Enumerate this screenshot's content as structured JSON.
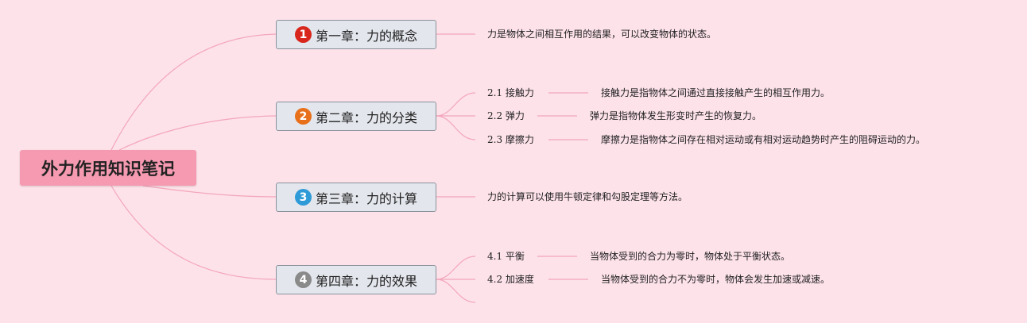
{
  "root": {
    "title": "外力作用知识笔记"
  },
  "colors": {
    "background": "#fde2ea",
    "root_fill": "#f59ab1",
    "link": "#f3a6bb",
    "chapter_fill": "#e3e6ec",
    "badge_1": "#d9261c",
    "badge_2": "#e8701a",
    "badge_3": "#2e9ad8",
    "badge_4": "#8a8a8a"
  },
  "chapters": [
    {
      "badge": "1",
      "title": "第一章：力的概念",
      "description": "力是物体之间相互作用的结果，可以改变物体的状态。"
    },
    {
      "badge": "2",
      "title": "第二章：力的分类",
      "subtopics": [
        {
          "label": "2.1 接触力",
          "description": "接触力是指物体之间通过直接接触产生的相互作用力。"
        },
        {
          "label": "2.2 弹力",
          "description": "弹力是指物体发生形变时产生的恢复力。"
        },
        {
          "label": "2.3 摩擦力",
          "description": "摩擦力是指物体之间存在相对运动或有相对运动趋势时产生的阻碍运动的力。"
        }
      ]
    },
    {
      "badge": "3",
      "title": "第三章：力的计算",
      "description": "力的计算可以使用牛顿定律和勾股定理等方法。"
    },
    {
      "badge": "4",
      "title": "第四章：力的效果",
      "subtopics": [
        {
          "label": "4.1 平衡",
          "description": "当物体受到的合力为零时，物体处于平衡状态。"
        },
        {
          "label": "4.2 加速度",
          "description": "当物体受到的合力不为零时，物体会发生加速或减速。"
        },
        {
          "label": "",
          "description": ""
        }
      ]
    }
  ]
}
